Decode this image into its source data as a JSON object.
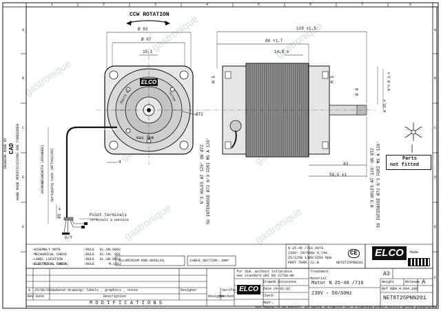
{
  "frame": {
    "col_numbers": [
      "1",
      "2",
      "3",
      "4",
      "5",
      "6",
      "7",
      "8"
    ],
    "row_letters": [
      "A",
      "B",
      "C",
      "D",
      "E",
      "F"
    ]
  },
  "left_margin": {
    "drawing_made_by": "DRAWING MADE BY",
    "cad": "CAD",
    "forbidden": "HAND MADE MODIFICATIONS ARE FORBIDDEN"
  },
  "rotation_label": "CCW ROTATION",
  "dims": {
    "d83": "Ø 83",
    "d67": "Ø 67",
    "d15": "15,1",
    "d72": "Ø72",
    "d4": "4",
    "l129": "129 ±1.5",
    "l86": "86 +1.7",
    "l14": "14,6 ±",
    "l43": "43",
    "l59": "59,5 ±1",
    "m5": "M 5",
    "shaft": "Ø 8",
    "n4": "N°4 Ø 3,4",
    "d35": "Ø 35,4",
    "l85": "85 ±",
    "l3020": "3020 ±10",
    "cord": "CORD LENGTH (ROUNDED)",
    "sprig": "Sprigging cavo (BF7402100)",
    "gy": "G/Y"
  },
  "hole_notes": {
    "left_1": "N°3 HOLES AT 120° ON Ø72",
    "left_2": "SU INTERASSE Ø72 N°3 FORI M5 A 120°",
    "right_1": "N°3 HOLES AT 120° ON Ø72",
    "right_2": "SU INTERASSE Ø72 N°3 FORI M5 A 120°"
  },
  "face_labels": {
    "elco": "ELCO",
    "max": "max 5mm",
    "depth": "depth of",
    "screw": "screw"
  },
  "point_terminals": {
    "title": "Point terminals",
    "sub": "terminali a puntale"
  },
  "parts": {
    "line1": "Parts",
    "line2": "not fitted"
  },
  "notes": [
    {
      "label": "-ASSEMBLY NOTE",
      "rule": ":RULE",
      "code": "EL.UN.0002"
    },
    {
      "label": "-MECHANICAL CHECK",
      "rule": ":RULE",
      "code": "EL.CN. 001"
    },
    {
      "label": "-LABEL LOCATION",
      "rule": ":RULE",
      "code": "EL.UN.0053"
    },
    {
      "label": "-ELECTRICAL CHECK:",
      "rule": ":RULE",
      "code": "M.1162"
    }
  ],
  "aluminium": "ALLUMINIUM END-SHIELDS",
  "cable_section": "CABLE SECTION: 1mm²",
  "spec": {
    "r1": "N 25-40        /716        DATA",
    "r2": "230V~ 50/60Hz   0,74A",
    "r3": "25/125W   1300/1550 Rpm",
    "r4": "PROT.TERM.   CL.B",
    "code": "NET8T25PNN201"
  },
  "tolerance": {
    "line1": "for dim. without tollerance",
    "line2": "see standard UNI EN 22768-mK",
    "treatment": "Treatment",
    "material": "Material"
  },
  "sign": {
    "drawn_label": "Drawn",
    "drawn_val": "N.Gotuzzone",
    "date_label": "Date",
    "date_val": "24-02-02",
    "check_label": "Check",
    "appr_label": "Appr."
  },
  "title_block": {
    "desc1": "Motor N 25-40 /716",
    "desc2": "230V  -  50/60Hz",
    "size": "A3",
    "weight_label": "Weight",
    "release_label": "Release",
    "release_val": "A",
    "ref_label": "Ref No.",
    "ref_val": "24.4.084.180",
    "code": "NET8T25PNN201",
    "made_label": "Made",
    "footer": "THIS DRAWING IS OUR PROPERTY. ANY PARTIAL OR COMPLETE COPY IS FORBIDDEN WITHOUT PREVIOUS WRITTEN AUTHORISATION"
  },
  "mods": {
    "title": "M O D I F I C A T I O N S",
    "row_a": {
      "rev": "A",
      "date": "25/06/08",
      "desc": "Updated drawing: labels , graphics , notes."
    },
    "cols": [
      "Rev",
      "Date",
      "Description",
      "Designer",
      "Verific"
    ],
    "designer": "Designer",
    "checked": "Checked"
  },
  "brand": "ELCO",
  "watermark": "gastronique"
}
